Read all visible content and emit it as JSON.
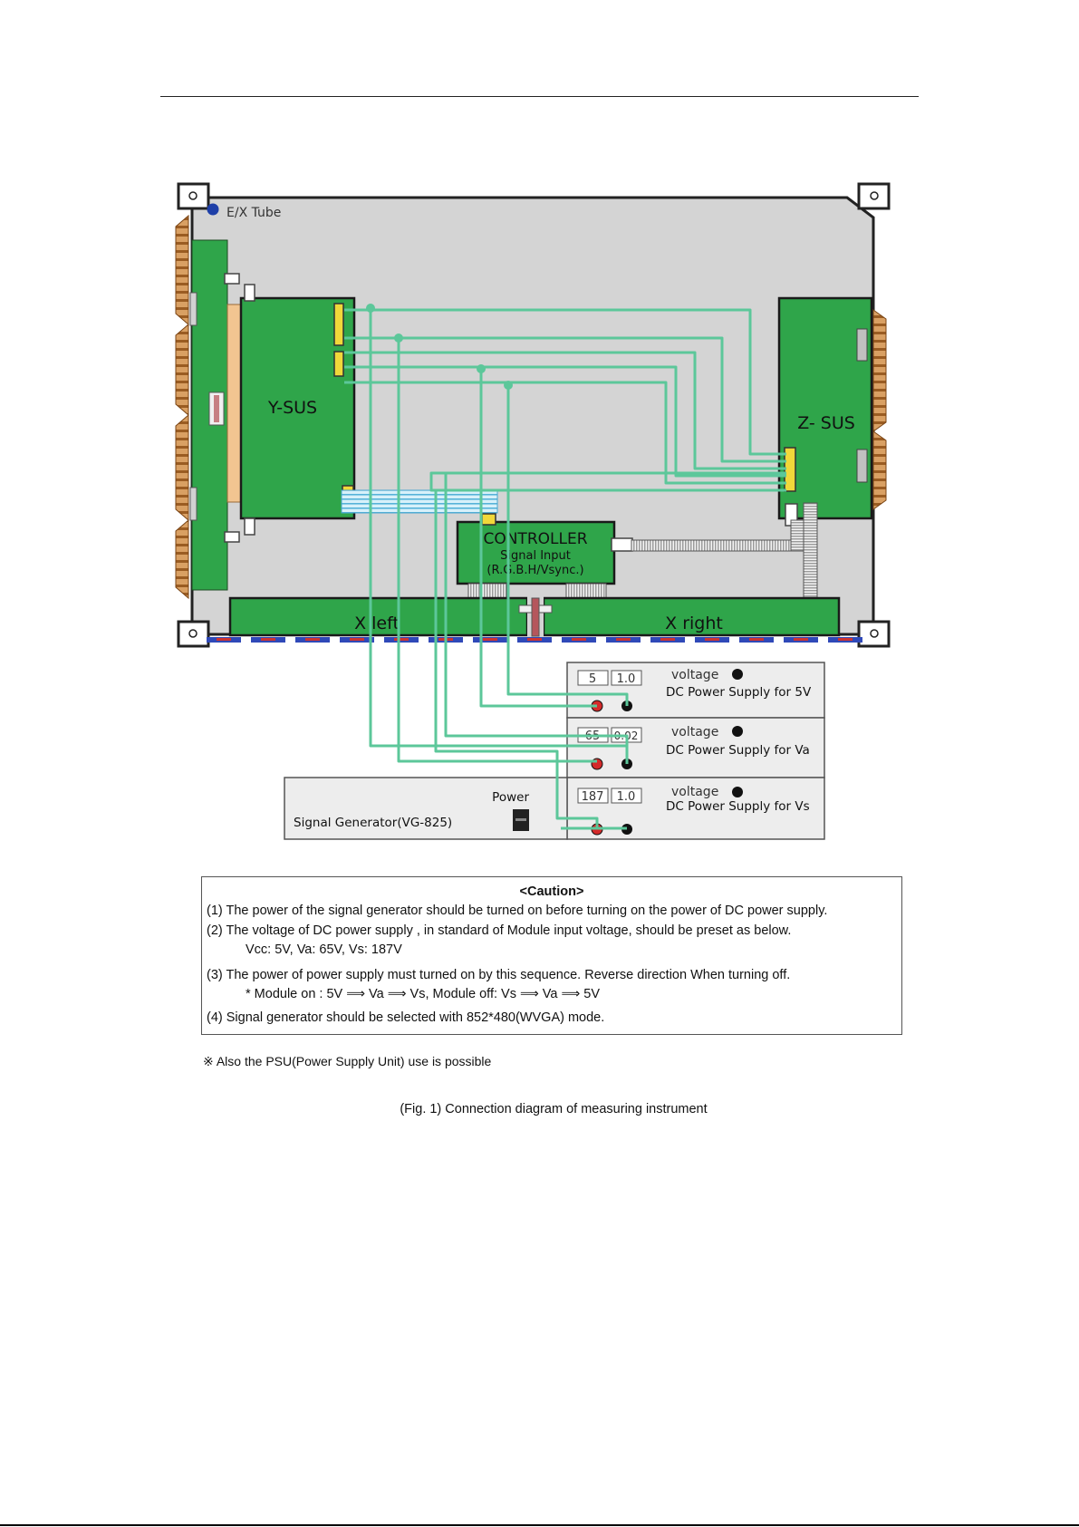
{
  "diagram": {
    "ex_tube_label": "E/X Tube",
    "y_sus_label": "Y-SUS",
    "z_sus_label": "Z- SUS",
    "controller": {
      "title": "CONTROLLER",
      "line1": "Signal Input",
      "line2": "(R.G.B.H/Vsync.)"
    },
    "x_left_label": "X left",
    "x_right_label": "X right",
    "power_supplies": [
      {
        "readout_v": "5",
        "readout_a": "1.0",
        "voltage_label": "voltage",
        "name": "DC Power Supply for 5V"
      },
      {
        "readout_v": "65",
        "readout_a": "0.02",
        "voltage_label": "voltage",
        "name": "DC Power Supply for Va"
      },
      {
        "readout_v": "187",
        "readout_a": "1.0",
        "voltage_label": "voltage",
        "name": "DC Power Supply for Vs"
      }
    ],
    "signal_generator": {
      "power_label": "Power",
      "name": "Signal Generator(VG-825)"
    },
    "colors": {
      "wire": "#5cc79a",
      "board": "#2fa54a",
      "panel": "#d4d4d4",
      "red_terminal": "#d42a2a",
      "flex_cable": "#c9ecf7"
    }
  },
  "caution": {
    "title": "<Caution>",
    "item1": "(1) The power of the signal generator should be turned on before turning on the power of DC power supply.",
    "item2": "(2) The voltage of DC power supply , in standard of Module input voltage, should be preset as below.",
    "item2_values": "Vcc: 5V,  Va: 65V,  Vs: 187V",
    "item3": "(3) The power of power supply must turned on by this sequence. Reverse direction When turning off.",
    "item3_sequence": "* Module on : 5V ⟹ Va ⟹ Vs,   Module off: Vs ⟹ Va ⟹ 5V",
    "item4": "(4) Signal generator should be selected with 852*480(WVGA) mode."
  },
  "note": "※  Also the PSU(Power Supply Unit) use is possible",
  "caption": "(Fig. 1)  Connection diagram of measuring instrument"
}
